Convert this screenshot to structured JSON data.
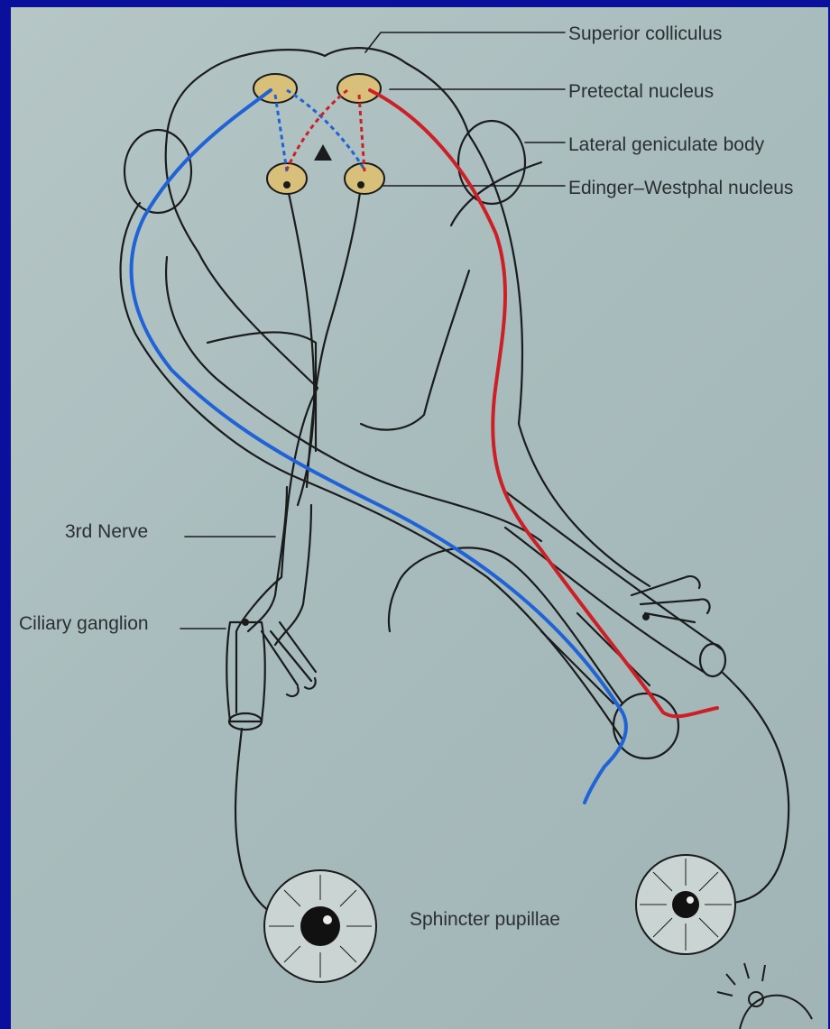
{
  "labels": {
    "superior_colliculus": "Superior colliculus",
    "pretectal_nucleus": "Pretectal nucleus",
    "lateral_geniculate_body": "Lateral geniculate body",
    "edinger_westphal_nucleus": "Edinger–Westphal nucleus",
    "third_nerve": "3rd Nerve",
    "ciliary_ganglion": "Ciliary ganglion",
    "sphincter_pupillae": "Sphincter pupillae"
  },
  "colors": {
    "blue_pathway": "#1f63d6",
    "red_pathway": "#cc1f26",
    "nucleus_fill": "#d9c07a",
    "outline": "#1a1c1c",
    "frame": "#0a0f9c"
  }
}
